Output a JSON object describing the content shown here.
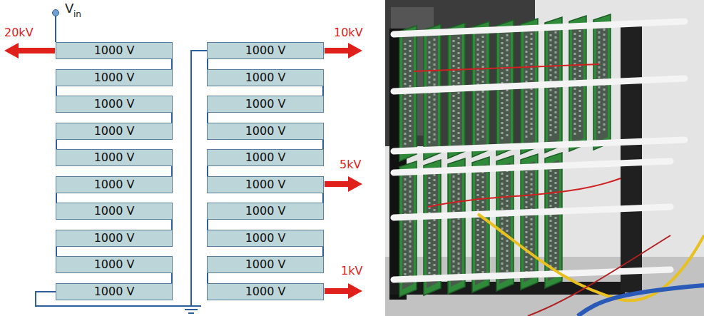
{
  "diagram": {
    "nodes": [
      {
        "text": [
          "1000 V"
        ]
      },
      {
        "text": [
          "1000 V"
        ]
      },
      {
        "text": [
          "1000 V"
        ]
      },
      {
        "text": [
          "1000 V"
        ]
      },
      {
        "text": [
          "1000 V"
        ]
      },
      {
        "text": [
          "1000 V"
        ]
      },
      {
        "text": [
          "1000 V"
        ]
      },
      {
        "text": [
          "1000 V"
        ]
      },
      {
        "text": [
          "1000 V"
        ]
      },
      {
        "text": [
          "1000 V"
        ]
      },
      {
        "text": [
          "1000 V"
        ]
      },
      {
        "text": [
          "1000 V"
        ]
      },
      {
        "text": [
          "1000 V"
        ]
      },
      {
        "text": [
          "1000 V"
        ]
      },
      {
        "text": [
          "1000 V"
        ]
      },
      {
        "text": [
          "1000 V"
        ]
      },
      {
        "text": [
          "1000 V"
        ]
      },
      {
        "text": [
          "1000 V"
        ]
      },
      {
        "text": [
          "1000 V"
        ]
      },
      {
        "text": [
          "1000 V"
        ]
      }
    ],
    "edges": [
      {
        "from": 0,
        "to": 1,
        "arrow": "none"
      },
      {
        "from": 1,
        "to": 2,
        "arrow": "none"
      },
      {
        "from": 2,
        "to": 3,
        "arrow": "none"
      },
      {
        "from": 3,
        "to": 4,
        "arrow": "none"
      },
      {
        "from": 4,
        "to": 5,
        "arrow": "none"
      },
      {
        "from": 5,
        "to": 6,
        "arrow": "none"
      },
      {
        "from": 6,
        "to": 7,
        "arrow": "none"
      },
      {
        "from": 7,
        "to": 8,
        "arrow": "none"
      },
      {
        "from": 8,
        "to": 9,
        "arrow": "none"
      },
      {
        "from": 9,
        "to": 10,
        "arrow": "none"
      },
      {
        "from": 10,
        "to": 11,
        "arrow": "none"
      },
      {
        "from": 11,
        "to": 12,
        "arrow": "none"
      },
      {
        "from": 12,
        "to": 13,
        "arrow": "none"
      },
      {
        "from": 13,
        "to": 14,
        "arrow": "none"
      },
      {
        "from": 14,
        "to": 15,
        "arrow": "none"
      },
      {
        "from": 15,
        "to": 16,
        "arrow": "none"
      },
      {
        "from": 16,
        "to": 17,
        "arrow": "none"
      },
      {
        "from": 17,
        "to": 18,
        "arrow": "none"
      },
      {
        "from": 18,
        "to": 19,
        "arrow": "none"
      }
    ],
    "labels": [
      "V",
      "in",
      "20kV",
      "10kV",
      "5kV",
      "1kV"
    ]
  }
}
